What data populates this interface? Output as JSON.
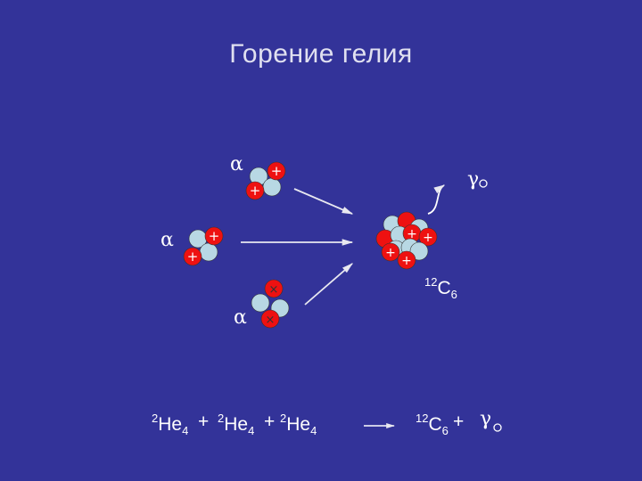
{
  "title": "Горение гелия",
  "labels": {
    "alpha": "α",
    "gamma": "γ"
  },
  "carbon": {
    "mass": "12",
    "symbol": "C",
    "charge": "6"
  },
  "equation": {
    "he_mass": "2",
    "he_symbol": "He",
    "he_charge": "4",
    "plus": "+",
    "c_mass": "12",
    "c_symbol": "C",
    "c_charge": "6",
    "gamma": "γ"
  },
  "colors": {
    "background": "#333399",
    "proton": "#ee1111",
    "neutron": "#b8d8e4",
    "arrow": "#e8e8f0"
  }
}
